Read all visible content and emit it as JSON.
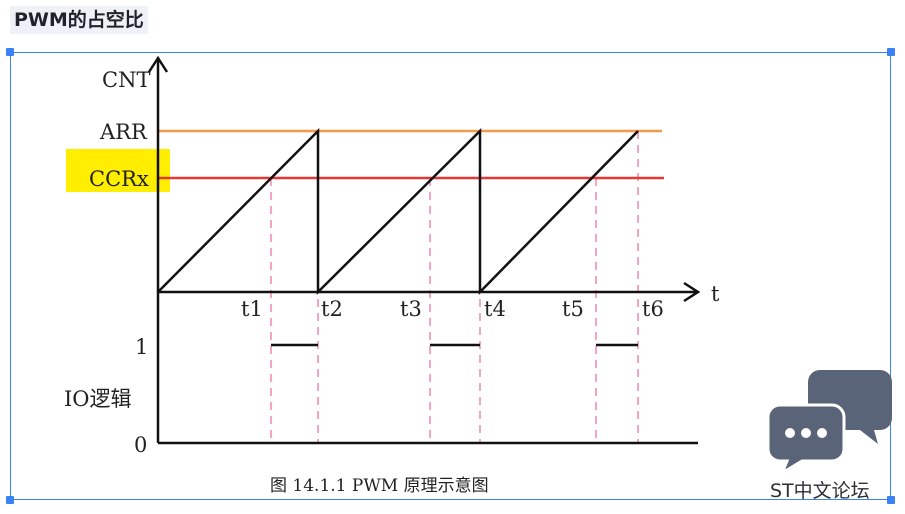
{
  "heading": "PWM的占空比",
  "diagram": {
    "y_axis_label": "CNT",
    "x_axis_label": "t",
    "arr_label": "ARR",
    "ccr_label": "CCRx",
    "time_labels": [
      "t1",
      "t2",
      "t3",
      "t4",
      "t5",
      "t6"
    ],
    "io_label": "IO逻辑",
    "io_high": "1",
    "io_low": "0",
    "caption": "图 14.1.1 PWM 原理示意图",
    "colors": {
      "arr_line": "#f39a4b",
      "ccr_line": "#e53935",
      "ccr_highlight": "#ffee00",
      "dashed": "#f4a6c1",
      "frame": "#3b82f6"
    }
  },
  "watermark": {
    "icon": "chat-bubbles-icon",
    "text": "ST中文论坛"
  }
}
